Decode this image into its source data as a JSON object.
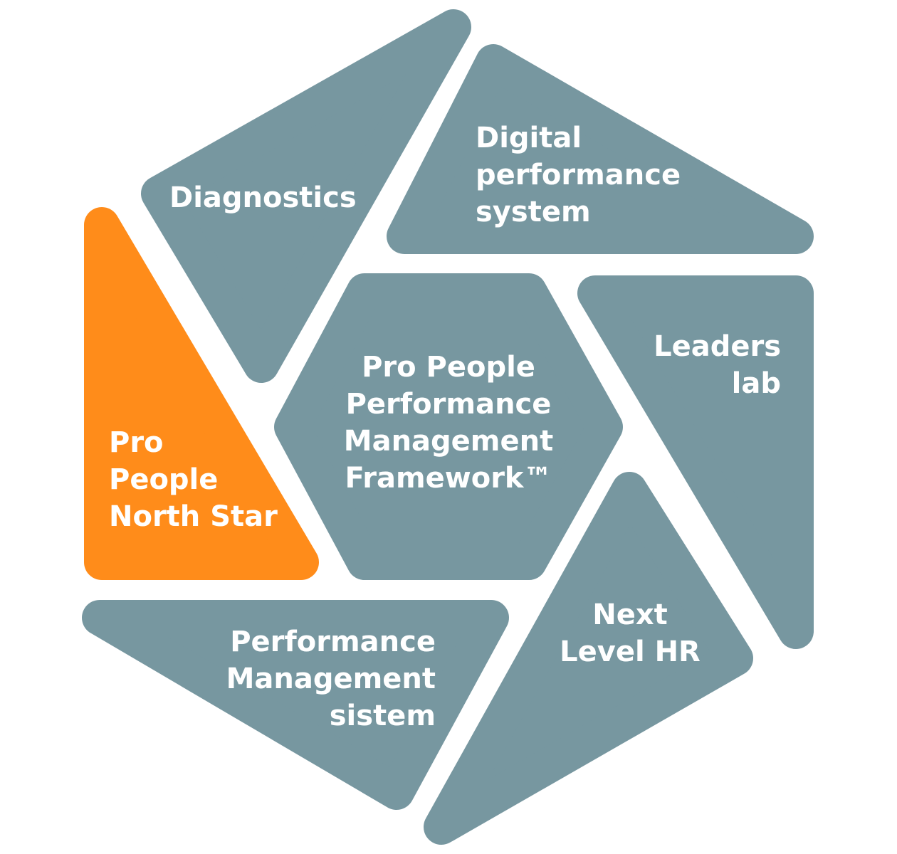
{
  "colors": {
    "segment": "#7797a0",
    "highlight": "#ff8c1a",
    "text": "#ffffff",
    "background": "#ffffff"
  },
  "center": {
    "lines": [
      "Pro People",
      "Performance",
      "Management",
      "Framework™"
    ]
  },
  "segments": {
    "diagnostics": {
      "lines": [
        "Diagnostics"
      ],
      "highlighted": false
    },
    "digital": {
      "lines": [
        "Digital",
        "performance",
        "system"
      ],
      "highlighted": false
    },
    "leaders": {
      "lines": [
        "Leaders",
        "lab"
      ],
      "highlighted": false
    },
    "nexthr": {
      "lines": [
        "Next",
        "Level HR"
      ],
      "highlighted": false
    },
    "pms": {
      "lines": [
        "Performance",
        "Management",
        "sistem"
      ],
      "highlighted": false
    },
    "northstar": {
      "lines": [
        "Pro",
        "People",
        "North Star"
      ],
      "highlighted": true
    }
  }
}
